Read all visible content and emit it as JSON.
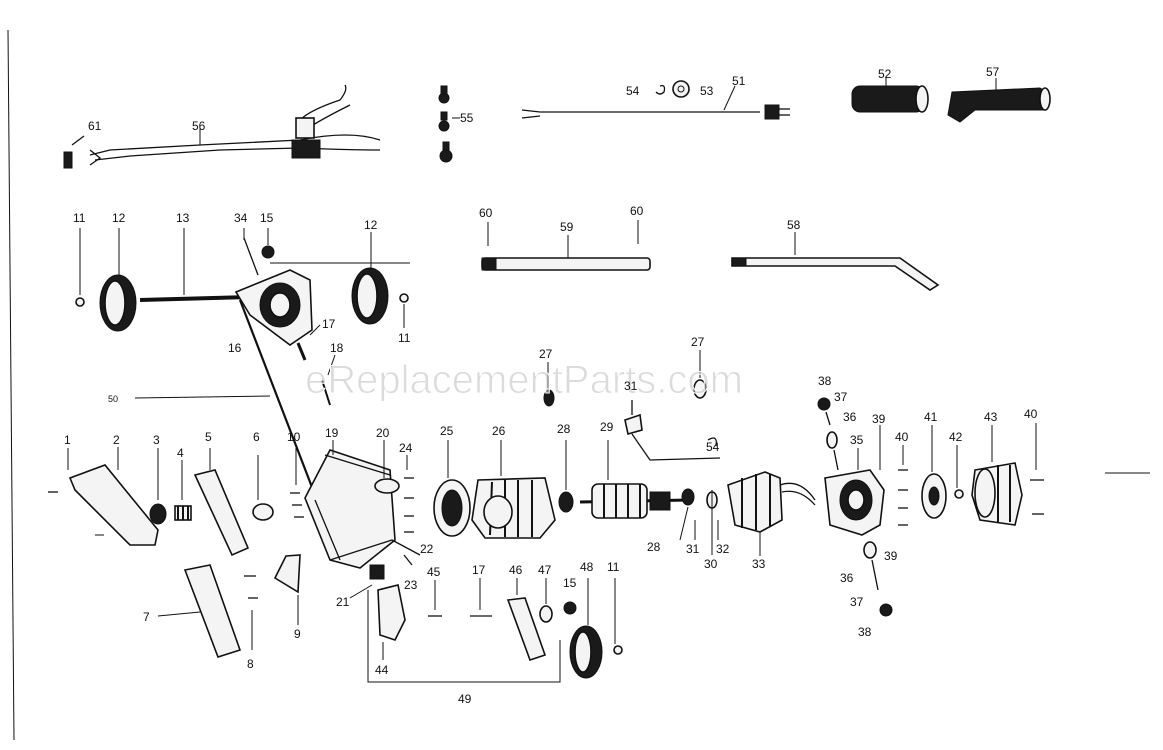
{
  "watermark": "eReplacementParts.com",
  "labels": {
    "l61": "61",
    "l56": "56",
    "l55": "55",
    "l54a": "54",
    "l53": "53",
    "l51": "51",
    "l52": "52",
    "l57": "57",
    "l11a": "11",
    "l12a": "12",
    "l13": "13",
    "l34": "34",
    "l15a": "15",
    "l12b": "12",
    "l11b": "11",
    "l17a": "17",
    "l16": "16",
    "l18": "18",
    "l50": "50",
    "l60a": "60",
    "l59": "59",
    "l60b": "60",
    "l58": "58",
    "l27a": "27",
    "l27b": "27",
    "l31": "31",
    "l38a": "38",
    "l37a": "37",
    "l36a": "36",
    "l39a": "39",
    "l40a": "40",
    "l41": "41",
    "l42": "42",
    "l43": "43",
    "l40b": "40",
    "l1": "1",
    "l2": "2",
    "l3": "3",
    "l4": "4",
    "l5": "5",
    "l6": "6",
    "l10": "10",
    "l19": "19",
    "l20": "20",
    "l24": "24",
    "l25": "25",
    "l26": "26",
    "l28a": "28",
    "l29": "29",
    "l54b": "54",
    "l35": "35",
    "l28b": "28",
    "l31b": "31",
    "l32": "32",
    "l30": "30",
    "l33": "33",
    "l39b": "39",
    "l36b": "36",
    "l37b": "37",
    "l38b": "38",
    "l7": "7",
    "l8": "8",
    "l9": "9",
    "l21": "21",
    "l22": "22",
    "l23": "23",
    "l45": "45",
    "l17b": "17",
    "l46": "46",
    "l47": "47",
    "l15b": "15",
    "l48": "48",
    "l11c": "11",
    "l44": "44",
    "l49": "49"
  }
}
